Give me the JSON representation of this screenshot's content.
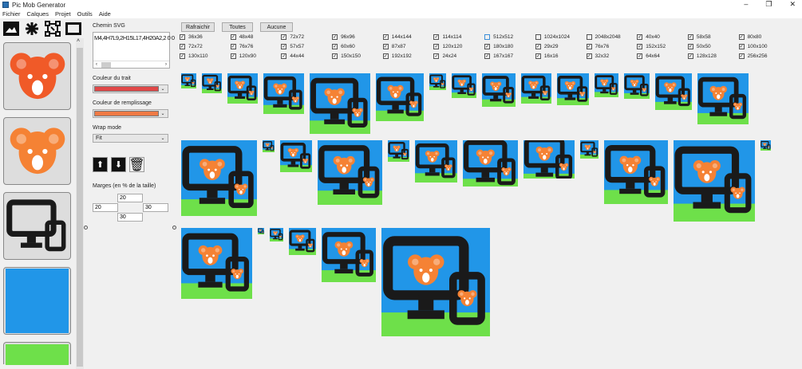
{
  "window": {
    "title": "Pic Mob Generator",
    "controls": [
      "–",
      "❐",
      "✕"
    ]
  },
  "menu": [
    "Fichier",
    "Calques",
    "Projet",
    "Outils",
    "Aide"
  ],
  "toolbar": [
    {
      "icon": "image-icon"
    },
    {
      "icon": "asterisk-icon"
    },
    {
      "icon": "path-nodes-icon"
    },
    {
      "icon": "rectangle-icon"
    }
  ],
  "layers": [
    {
      "kind": "koala",
      "color": "#f05a28"
    },
    {
      "kind": "koala",
      "color": "#f58234"
    },
    {
      "kind": "monitor",
      "color": "#1a1a1a"
    },
    {
      "kind": "solid",
      "color": "#2196e8"
    },
    {
      "kind": "solid",
      "color": "#6ee04a"
    }
  ],
  "props": {
    "svg_path_label": "Chemin SVG",
    "svg_path_value": "M4,4H7L9,2H15L17,4H20A2,2 0 0",
    "stroke_label": "Couleur du trait",
    "stroke_color": "#e04848",
    "fill_label": "Couleur de remplissage",
    "fill_color": "#ef7a45",
    "wrap_label": "Wrap mode",
    "wrap_value": "Fit",
    "margins_label": "Marges (en % de la taille)",
    "margin_top": "20",
    "margin_left": "20",
    "margin_right": "30",
    "margin_bottom": "30"
  },
  "buttons": {
    "refresh": "Rafraichir",
    "all": "Toutes",
    "none": "Aucune"
  },
  "sizes": [
    {
      "label": "36x36",
      "checked": true
    },
    {
      "label": "48x48",
      "checked": true
    },
    {
      "label": "72x72",
      "checked": true
    },
    {
      "label": "96x96",
      "checked": true
    },
    {
      "label": "144x144",
      "checked": true
    },
    {
      "label": "114x114",
      "checked": true
    },
    {
      "label": "512x512",
      "checked": false
    },
    {
      "label": "1024x1024",
      "checked": false
    },
    {
      "label": "2048x2048",
      "checked": false
    },
    {
      "label": "40x40",
      "checked": true
    },
    {
      "label": "58x58",
      "checked": true
    },
    {
      "label": "80x80",
      "checked": true
    },
    {
      "label": "72x72",
      "checked": true
    },
    {
      "label": "76x76",
      "checked": true
    },
    {
      "label": "57x57",
      "checked": true
    },
    {
      "label": "60x60",
      "checked": true
    },
    {
      "label": "87x87",
      "checked": true
    },
    {
      "label": "120x120",
      "checked": true
    },
    {
      "label": "180x180",
      "checked": true
    },
    {
      "label": "29x29",
      "checked": true
    },
    {
      "label": "76x76",
      "checked": true
    },
    {
      "label": "152x152",
      "checked": true
    },
    {
      "label": "50x50",
      "checked": true
    },
    {
      "label": "100x100",
      "checked": true
    },
    {
      "label": "130x110",
      "checked": true
    },
    {
      "label": "120x90",
      "checked": true
    },
    {
      "label": "44x44",
      "checked": true
    },
    {
      "label": "150x150",
      "checked": true
    },
    {
      "label": "192x192",
      "checked": true
    },
    {
      "label": "24x24",
      "checked": true
    },
    {
      "label": "167x167",
      "checked": true
    },
    {
      "label": "16x16",
      "checked": true
    },
    {
      "label": "32x32",
      "checked": true
    },
    {
      "label": "64x64",
      "checked": true
    },
    {
      "label": "128x128",
      "checked": true
    },
    {
      "label": "256x256",
      "checked": true
    }
  ],
  "preview_scale": 0.53,
  "colors": {
    "sky": "#2196e8",
    "grass": "#6ee04a",
    "koala": "#f58234",
    "device": "#1a1a1a"
  }
}
